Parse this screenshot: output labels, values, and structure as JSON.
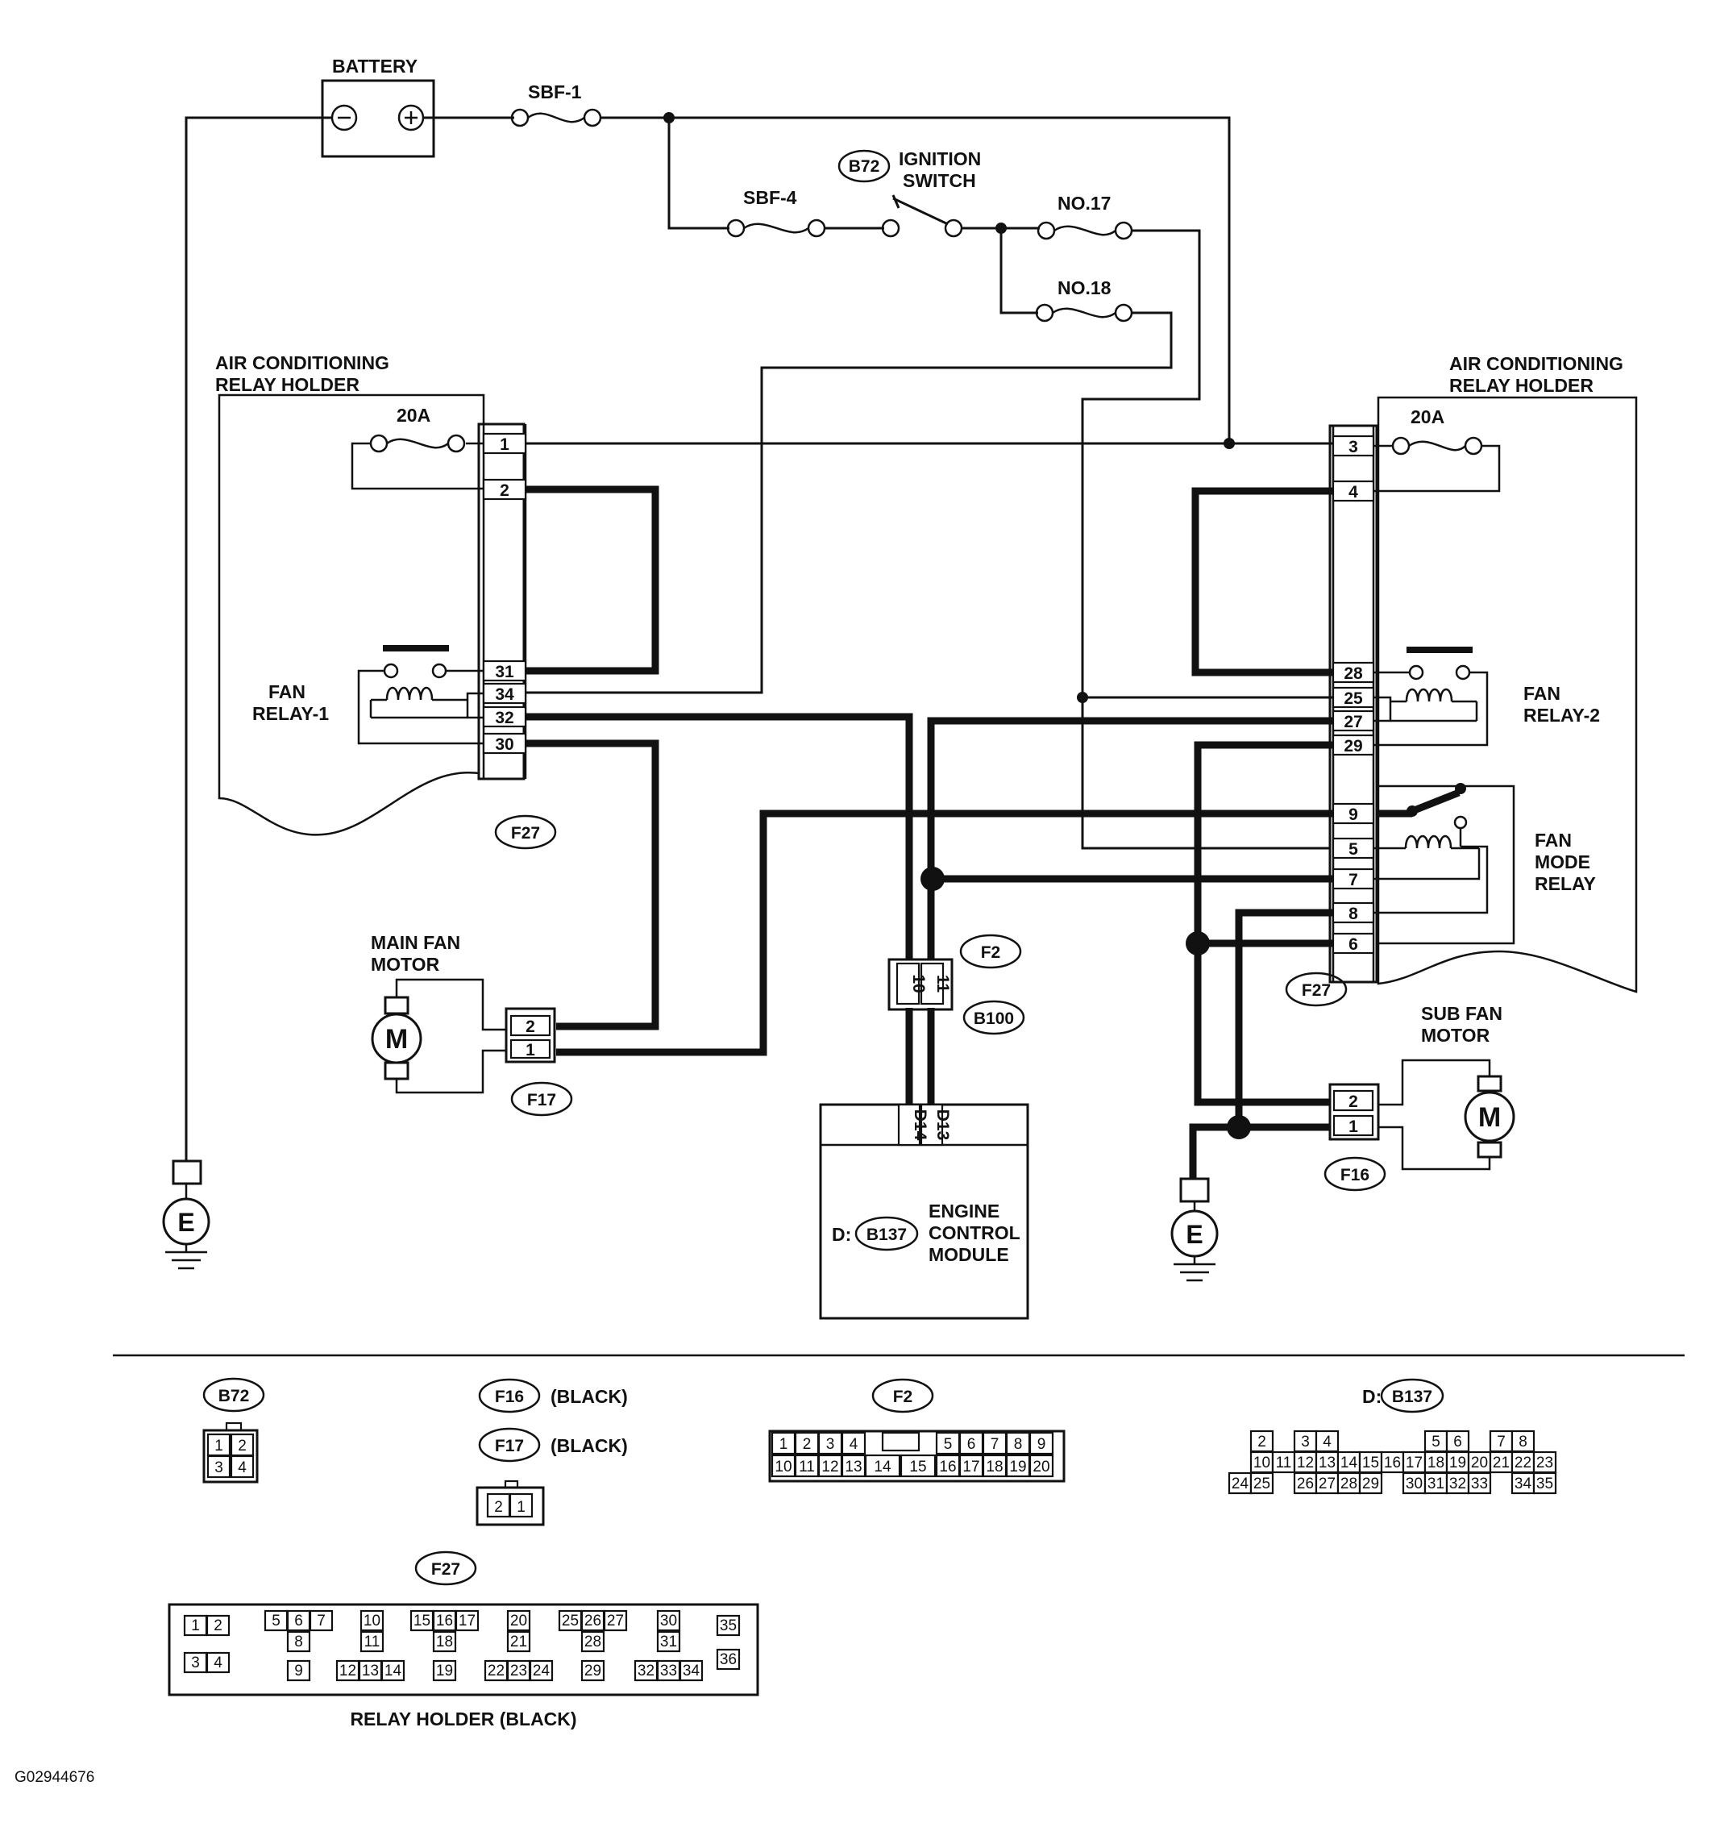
{
  "figure_id": "G02944676",
  "labels": {
    "battery": "BATTERY",
    "sbf1": "SBF-1",
    "sbf4": "SBF-4",
    "ignition_conn": "B72",
    "ignition_line1": "IGNITION",
    "ignition_line2": "SWITCH",
    "fuse17": "NO.17",
    "fuse18": "NO.18",
    "ac_holder_line1": "AIR CONDITIONING",
    "ac_holder_line2": "RELAY HOLDER",
    "fuse20a": "20A",
    "fan_relay1_line1": "FAN",
    "fan_relay1_line2": "RELAY-1",
    "fan_relay2_line1": "FAN",
    "fan_relay2_line2": "RELAY-2",
    "fan_mode_line1": "FAN",
    "fan_mode_line2": "MODE",
    "fan_mode_line3": "RELAY",
    "f27": "F27",
    "main_fan_line1": "MAIN FAN",
    "main_fan_line2": "MOTOR",
    "sub_fan_line1": "SUB FAN",
    "sub_fan_line2": "MOTOR",
    "f17": "F17",
    "f16": "F16",
    "f2": "F2",
    "b100": "B100",
    "motor_symbol": "M",
    "ground_symbol": "E",
    "ecm_prefix": "D:",
    "ecm_conn": "B137",
    "ecm_line1": "ENGINE",
    "ecm_line2": "CONTROL",
    "ecm_line3": "MODULE",
    "d14": "D14",
    "d13": "D13",
    "f16_color": "(BLACK)",
    "f17_color": "(BLACK)",
    "relay_holder_caption": "RELAY HOLDER (BLACK)"
  },
  "left_holder_pins": [
    "1",
    "2",
    "31",
    "34",
    "32",
    "30"
  ],
  "right_holder_pins": [
    "3",
    "4",
    "28",
    "25",
    "27",
    "29",
    "9",
    "5",
    "7",
    "8",
    "6"
  ],
  "ecm_connector_pins": [
    "10",
    "11"
  ],
  "motor_connector_pins": [
    "2",
    "1"
  ],
  "face_b72": [
    "1",
    "2",
    "3",
    "4"
  ],
  "face_f16_f17": [
    "2",
    "1"
  ],
  "face_f2": [
    "1",
    "2",
    "3",
    "4",
    "5",
    "6",
    "7",
    "8",
    "9",
    "10",
    "11",
    "12",
    "13",
    "14",
    "15",
    "16",
    "17",
    "18",
    "19",
    "20"
  ],
  "face_b137": [
    "2",
    "3",
    "4",
    "5",
    "6",
    "7",
    "8",
    "10",
    "11",
    "12",
    "13",
    "14",
    "15",
    "16",
    "17",
    "18",
    "19",
    "20",
    "21",
    "22",
    "23",
    "24",
    "25",
    "26",
    "27",
    "28",
    "29",
    "30",
    "31",
    "32",
    "33",
    "34",
    "35"
  ],
  "face_f27": [
    "1",
    "2",
    "3",
    "4",
    "5",
    "6",
    "7",
    "8",
    "9",
    "10",
    "11",
    "12",
    "13",
    "14",
    "15",
    "16",
    "17",
    "18",
    "19",
    "20",
    "21",
    "22",
    "23",
    "24",
    "25",
    "26",
    "27",
    "28",
    "29",
    "30",
    "31",
    "32",
    "33",
    "34",
    "35",
    "36"
  ]
}
